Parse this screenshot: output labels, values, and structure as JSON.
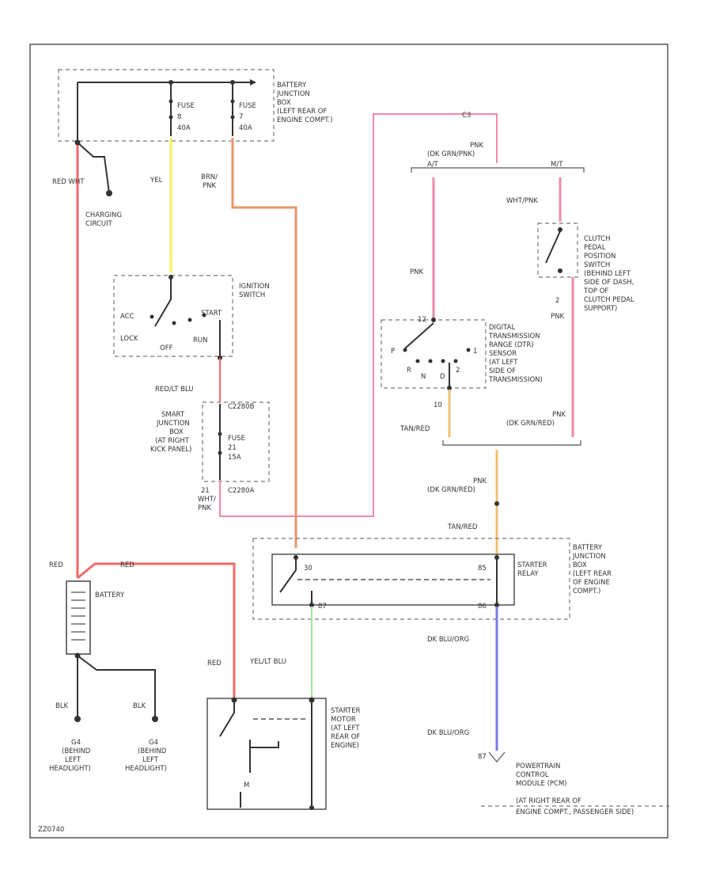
{
  "colors": {
    "red": "#f26a6a",
    "yellow": "#f2f25a",
    "orange": "#e8956a",
    "pink": "#f08aa6",
    "tan_yellow": "#f0c070",
    "green": "#9ce89c",
    "blue": "#7a7ae8",
    "black": "#333333"
  },
  "labels": {
    "battery_jb_top": [
      "BATTERY",
      "JUNCTION",
      "BOX",
      "(LEFT REAR OF",
      "ENGINE COMPT.)"
    ],
    "fuse_1": [
      "FUSE",
      "8",
      "40A"
    ],
    "fuse_2": [
      "FUSE",
      "7",
      "40A"
    ],
    "red_wht": "RED   WHT",
    "charging": [
      "CHARGING",
      "CIRCUIT"
    ],
    "yel": "YEL",
    "brn_pnk": [
      "BRN/",
      "PNK"
    ],
    "ign_switch": [
      "IGNITION",
      "SWITCH"
    ],
    "acc": "ACC",
    "start": "START",
    "lock": "LOCK",
    "off": "OFF",
    "run": "RUN",
    "red_lt_blu": "RED/LT BLU",
    "c2280b": "C2280B",
    "smart_jb": [
      "SMART",
      "JUNCTION",
      "BOX",
      "(AT RIGHT",
      "KICK PANEL)"
    ],
    "fuse_21": [
      "FUSE",
      "21",
      "15A"
    ],
    "c2280a": "C2280A",
    "wht_pnk_left": [
      "21",
      "WHT/",
      "PNK"
    ],
    "conn_top_right": "C3",
    "pnk_dk_grn": [
      "PNK",
      "(DK GRN/PNK)"
    ],
    "at": "A/T",
    "mt": "M/T",
    "wht_pnk_right": "WHT/PNK",
    "clutch_switch": [
      "CLUTCH",
      "PEDAL",
      "POSITION",
      "SWITCH",
      "(BEHIND LEFT",
      "SIDE OF DASH,",
      "TOP OF",
      "CLUTCH PEDAL",
      "SUPPORT)"
    ],
    "pnk_left": "PNK",
    "pnk_right": "PNK",
    "pin_2": "2",
    "pin_10": "10",
    "pin_12": "12",
    "dtr_pins": [
      "P",
      "R",
      "N",
      "D",
      "2",
      "1"
    ],
    "dtr_sensor": [
      "DIGITAL",
      "TRANSMISSION",
      "RANGE (DTR)",
      "SENSOR",
      "(AT LEFT",
      "SIDE OF",
      "TRANSMISSION)"
    ],
    "tan_red": "TAN/RED",
    "pnk_dk_grn_red": [
      "PNK",
      "(DK GRN/RED)"
    ],
    "pnk_dk_grn_red_2": [
      "PNK",
      "(DK GRN/RED)"
    ],
    "tan_red_2": "TAN/RED",
    "battery_jb_bottom": [
      "BATTERY",
      "JUNCTION",
      "BOX",
      "(LEFT REAR",
      "OF ENGINE",
      "COMPT.)"
    ],
    "starter_relay": [
      "STARTER",
      "RELAY"
    ],
    "relay_pins": [
      "30",
      "85",
      "87",
      "86"
    ],
    "red_1": "RED",
    "red_2": "RED",
    "red_3": "RED",
    "battery": "BATTERY",
    "yel_lt_blu": "YEL/LT BLU",
    "dk_blu_org_1": "DK BLU/ORG",
    "dk_blu_org_2": "DK BLU/ORG",
    "starter_motor": [
      "STARTER",
      "MOTOR",
      "(AT LEFT",
      "REAR OF",
      "ENGINE)"
    ],
    "pcm": [
      "POWERTRAIN",
      "CONTROL",
      "MODULE (PCM)",
      "(AT RIGHT REAR OF",
      "ENGINE COMPT., PASSENGER SIDE)"
    ],
    "pcm_pin": "87",
    "blk_1": "BLK",
    "blk_2": "BLK",
    "ground_1": [
      "G4",
      "(BEHIND",
      "LEFT",
      "HEADLIGHT)"
    ],
    "ground_2": [
      "G4",
      "(BEHIND",
      "LEFT",
      "HEADLIGHT)"
    ],
    "footer": "ZZ0740"
  }
}
